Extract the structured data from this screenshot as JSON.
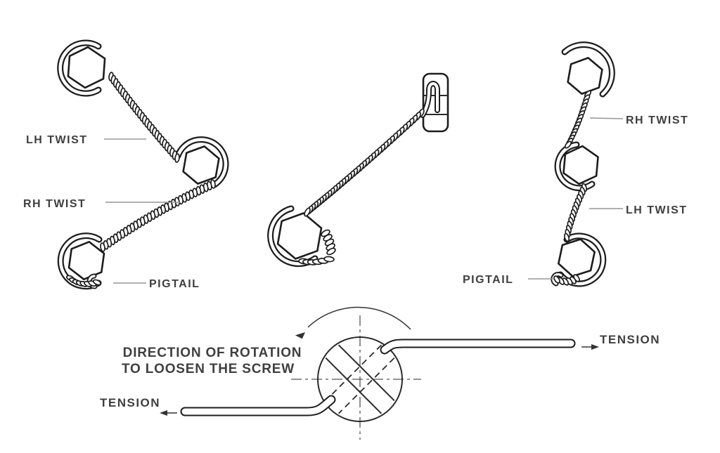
{
  "diagram": {
    "left_figure": {
      "label_lh": "LH TWIST",
      "label_rh": "RH TWIST",
      "label_pigtail": "PIGTAIL"
    },
    "right_figure": {
      "label_rh": "RH TWIST",
      "label_lh": "LH TWIST",
      "label_pigtail": "PIGTAIL"
    },
    "screw_detail": {
      "caption_line1": "DIRECTION OF ROTATION",
      "caption_line2": "TO LOOSEN THE SCREW",
      "tension_left": "TENSION",
      "tension_right": "TENSION"
    },
    "colors": {
      "line": "#1d1d1d",
      "label_text": "#3f3f3f",
      "leader": "#969696",
      "background": "#ffffff"
    }
  }
}
